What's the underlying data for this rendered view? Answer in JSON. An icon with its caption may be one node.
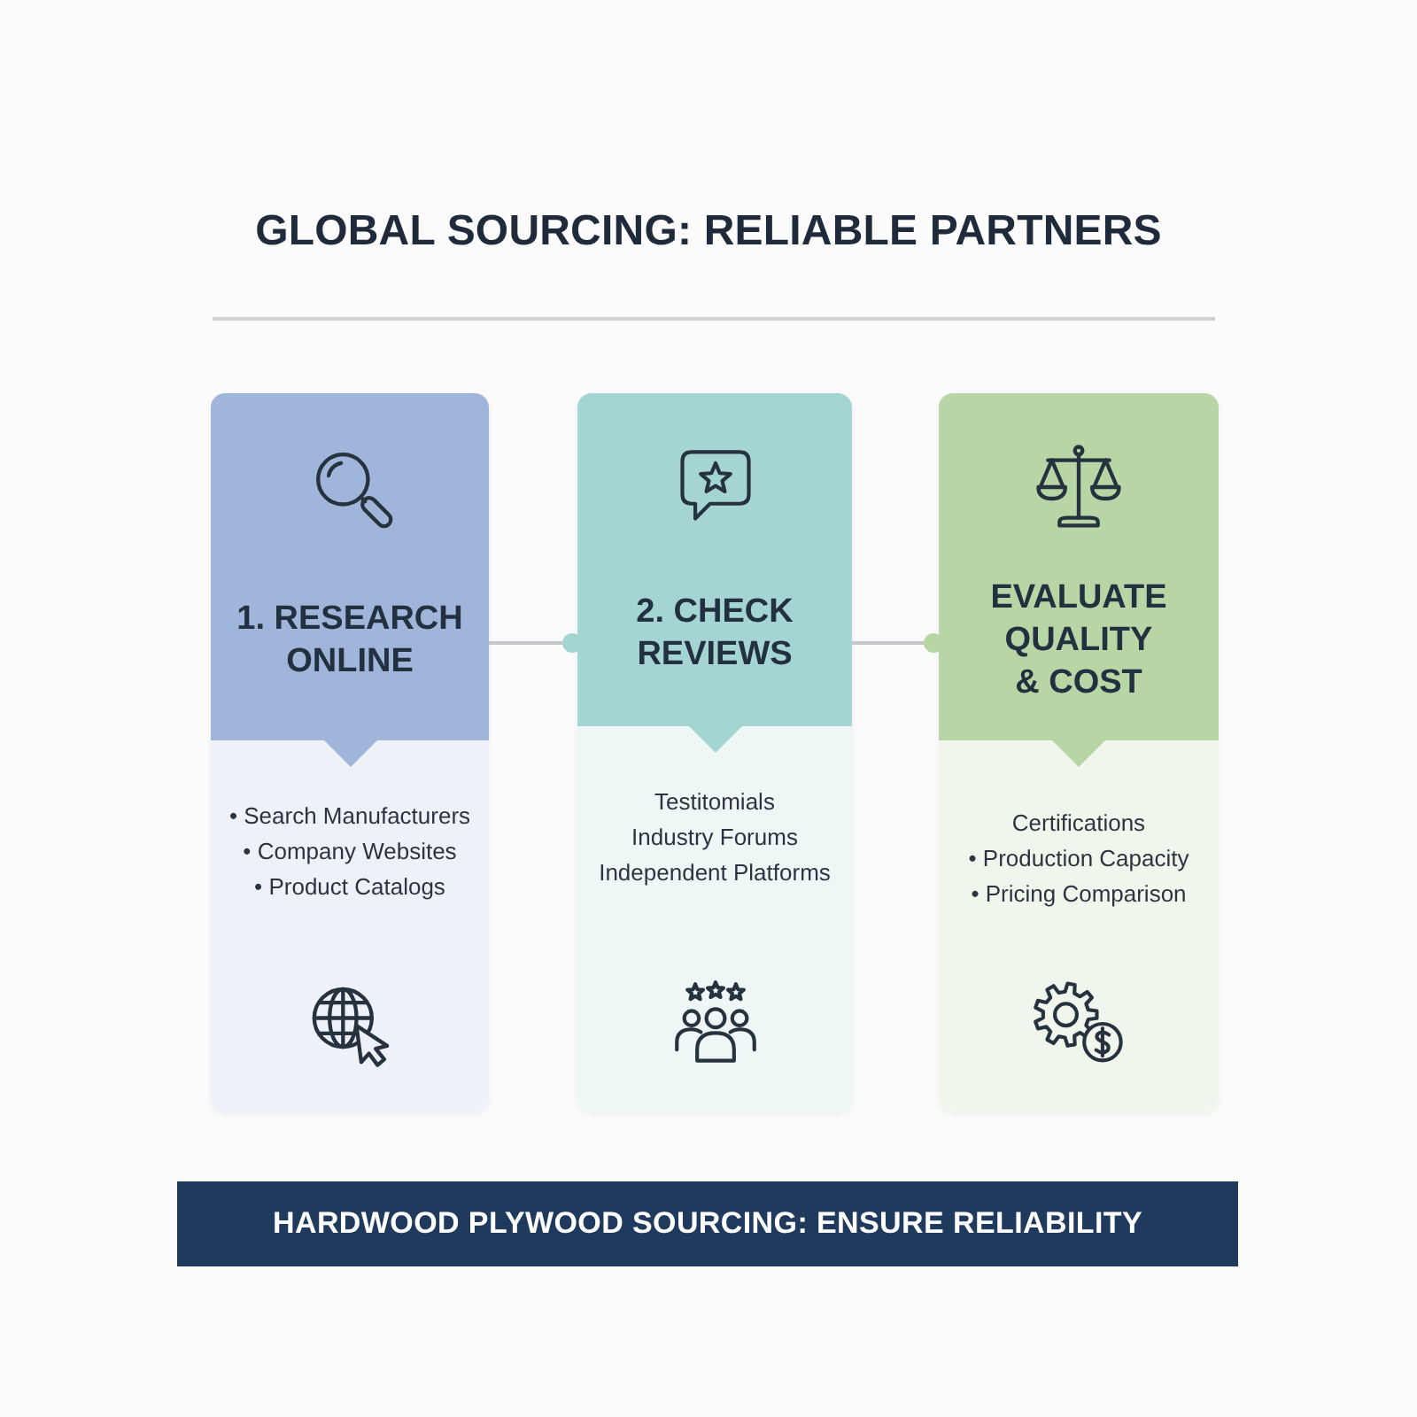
{
  "diagram": {
    "title": "GLOBAL SOURCING: RELIABLE PARTNERS",
    "nodes": [
      {
        "text": [
          "1. RESEARCH ONLINE",
          "• Search Manufacturers",
          "• Company Websites",
          "• Product Catalogs"
        ]
      },
      {
        "text": [
          "2. CHECK REVIEWS",
          "Testitomials",
          "Industry Forums",
          "Independent Platforms"
        ]
      },
      {
        "text": [
          "EVALUATE QUALITY & COST",
          "Certifications",
          "• Production Capacity",
          "• Pricing Comparison"
        ]
      },
      {
        "text": [
          "HARDWOOD PLYWOOD SOURCING: ENSURE RELIABILITY"
        ]
      }
    ],
    "edges": [
      {
        "from": 0,
        "to": 1,
        "arrow": "other"
      },
      {
        "from": 1,
        "to": 2,
        "arrow": "other"
      }
    ]
  }
}
